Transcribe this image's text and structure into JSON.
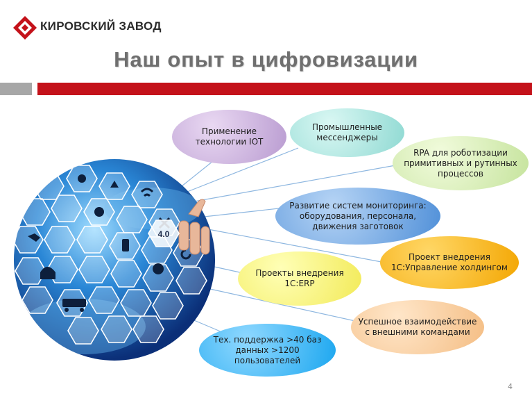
{
  "header": {
    "company_name": "КИРОВСКИЙ ЗАВОД",
    "title": "Наш опыт в цифровизации"
  },
  "illustration": {
    "label": "4.0"
  },
  "bubbles": [
    {
      "text": "Применение технологии IOT"
    },
    {
      "text": "Промышленные мессенджеры"
    },
    {
      "text": "RPA для роботизации примитивных и рутинных процессов"
    },
    {
      "text": "Развитие систем мониторинга: оборудования, персонала, движения заготовок"
    },
    {
      "text": "Проект внедрения 1С:Управление холдингом"
    },
    {
      "text": "Проекты внедрения 1С:ERP"
    },
    {
      "text": "Успешное взаимодействие с внешними командами"
    },
    {
      "text": "Тех. поддержка >40 баз данных >1200 пользователей"
    }
  ],
  "page_number": "4",
  "colors": {
    "brand_red": "#c4121a",
    "title_gray": "#6f6f6f",
    "bar_gray": "#a7a7a7"
  }
}
